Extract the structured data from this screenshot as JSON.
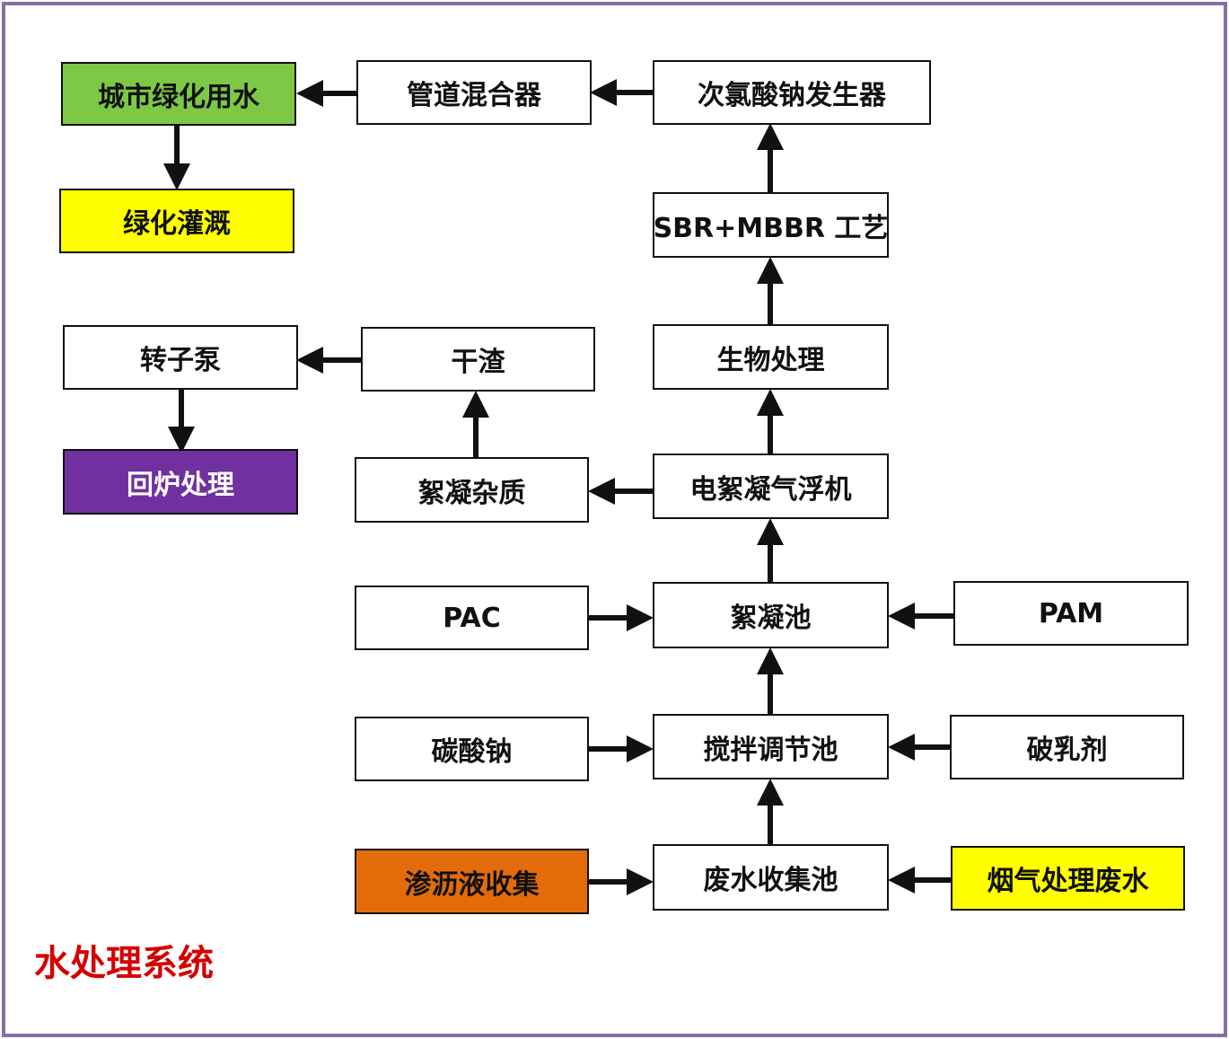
{
  "caption": "水处理系统",
  "colors": {
    "green": "#7dc946",
    "yellow": "#ffff00",
    "purple": "#7030a0",
    "orange": "#e36c0a",
    "caption_red": "#d40000",
    "frame": "#8470a8"
  },
  "nodes": {
    "city_greening_water": "城市绿化用水",
    "green_irrigation": "绿化灌溉",
    "pipeline_mixer": "管道混合器",
    "hypochlorite_generator": "次氯酸钠发生器",
    "sbr_mbbr": "SBR+MBBR 工艺",
    "biological_treatment": "生物处理",
    "rotor_pump": "转子泵",
    "dry_residue": "干渣",
    "furnace_return": "回炉处理",
    "flocculated_impurities": "絮凝杂质",
    "electroflocculation_flotation": "电絮凝气浮机",
    "pac": "PAC",
    "flocculation_tank": "絮凝池",
    "pam": "PAM",
    "sodium_carbonate": "碳酸钠",
    "stirring_tank": "搅拌调节池",
    "demulsifier": "破乳剂",
    "leachate_collection": "渗沥液收集",
    "wastewater_tank": "废水收集池",
    "flue_gas_wastewater": "烟气处理废水"
  }
}
